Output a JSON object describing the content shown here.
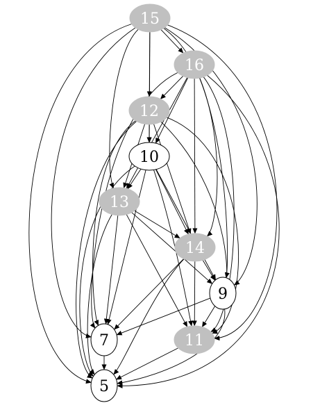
{
  "graph": {
    "colors": {
      "filled_node": "#c0c0c0",
      "plain_node": "#ffffff",
      "stroke": "#000000",
      "filled_text": "#ffffff",
      "plain_text": "#000000"
    },
    "nodes": [
      {
        "id": "15",
        "label": "15",
        "filled": true
      },
      {
        "id": "16",
        "label": "16",
        "filled": true
      },
      {
        "id": "12",
        "label": "12",
        "filled": true
      },
      {
        "id": "10",
        "label": "10",
        "filled": false
      },
      {
        "id": "13",
        "label": "13",
        "filled": true
      },
      {
        "id": "14",
        "label": "14",
        "filled": true
      },
      {
        "id": "9",
        "label": "9",
        "filled": false
      },
      {
        "id": "7",
        "label": "7",
        "filled": false
      },
      {
        "id": "11",
        "label": "11",
        "filled": true
      },
      {
        "id": "5",
        "label": "5",
        "filled": false
      }
    ],
    "edges": [
      [
        "15",
        "16"
      ],
      [
        "15",
        "12"
      ],
      [
        "15",
        "10"
      ],
      [
        "15",
        "13"
      ],
      [
        "15",
        "14"
      ],
      [
        "15",
        "9"
      ],
      [
        "15",
        "7"
      ],
      [
        "15",
        "11"
      ],
      [
        "15",
        "5"
      ],
      [
        "16",
        "12"
      ],
      [
        "16",
        "10"
      ],
      [
        "16",
        "13"
      ],
      [
        "16",
        "14"
      ],
      [
        "16",
        "9"
      ],
      [
        "16",
        "7"
      ],
      [
        "16",
        "11"
      ],
      [
        "16",
        "5"
      ],
      [
        "12",
        "10"
      ],
      [
        "12",
        "13"
      ],
      [
        "12",
        "14"
      ],
      [
        "12",
        "9"
      ],
      [
        "12",
        "7"
      ],
      [
        "12",
        "11"
      ],
      [
        "12",
        "5"
      ],
      [
        "10",
        "13"
      ],
      [
        "10",
        "14"
      ],
      [
        "10",
        "9"
      ],
      [
        "10",
        "7"
      ],
      [
        "10",
        "11"
      ],
      [
        "10",
        "5"
      ],
      [
        "13",
        "14"
      ],
      [
        "13",
        "9"
      ],
      [
        "13",
        "7"
      ],
      [
        "13",
        "11"
      ],
      [
        "13",
        "5"
      ],
      [
        "14",
        "9"
      ],
      [
        "14",
        "7"
      ],
      [
        "14",
        "11"
      ],
      [
        "14",
        "5"
      ],
      [
        "9",
        "7"
      ],
      [
        "9",
        "11"
      ],
      [
        "9",
        "5"
      ],
      [
        "7",
        "5"
      ],
      [
        "11",
        "5"
      ]
    ]
  }
}
